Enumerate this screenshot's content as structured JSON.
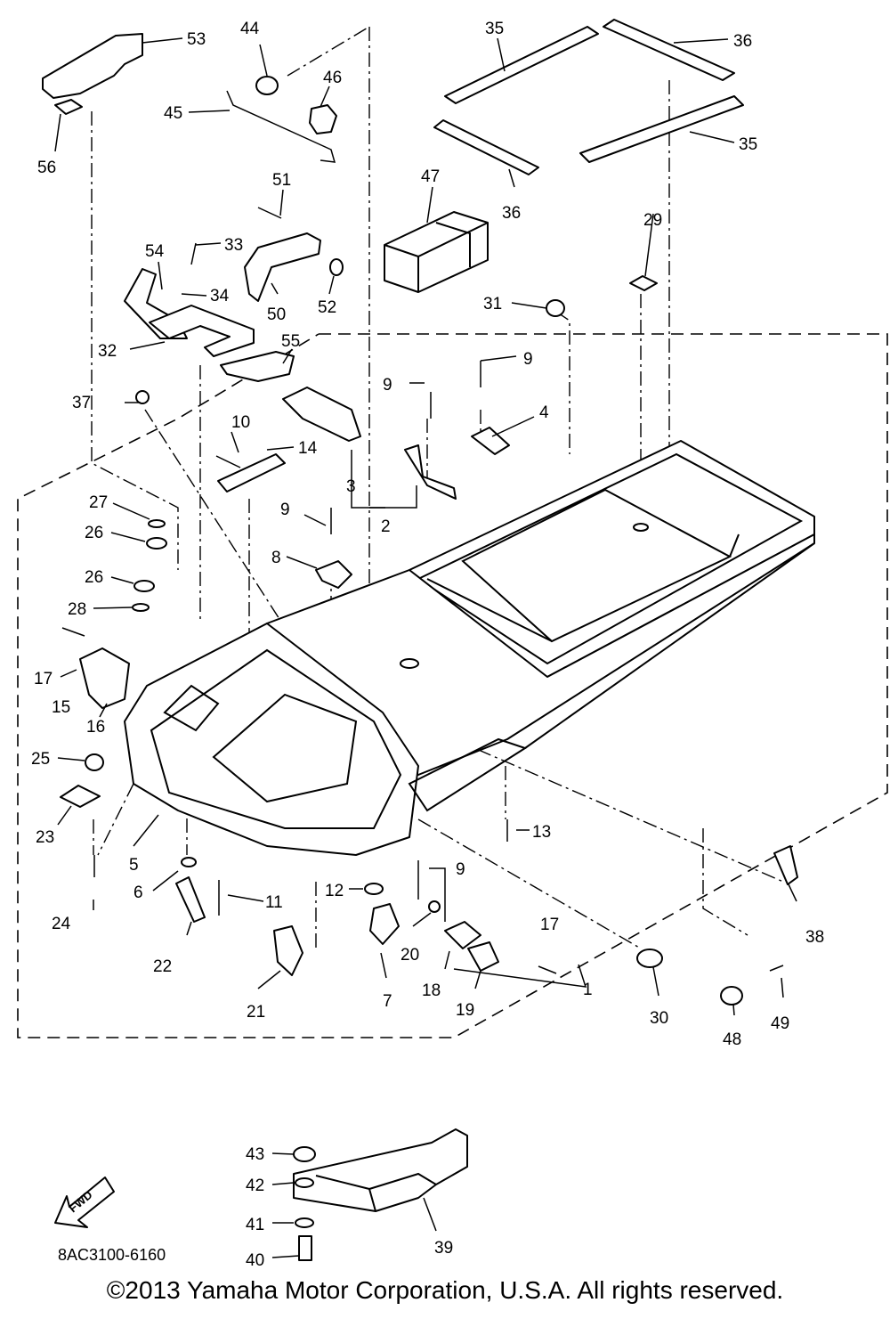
{
  "diagram": {
    "part_code": "8AC3100-6160",
    "fwd_label": "FWD",
    "callouts": {
      "c53": "53",
      "c56": "56",
      "c44": "44",
      "c45": "45",
      "c46": "46",
      "c35a": "35",
      "c36a": "36",
      "c35b": "35",
      "c36b": "36",
      "c47": "47",
      "c29": "29",
      "c51": "51",
      "c33": "33",
      "c54": "54",
      "c34": "34",
      "c50": "50",
      "c52": "52",
      "c31": "31",
      "c32": "32",
      "c55": "55",
      "c9a": "9",
      "c9b": "9",
      "c4": "4",
      "c37": "37",
      "c10": "10",
      "c14": "14",
      "c3": "3",
      "c2": "2",
      "c27": "27",
      "c26a": "26",
      "c9c": "9",
      "c26b": "26",
      "c8": "8",
      "c28": "28",
      "c17a": "17",
      "c15": "15",
      "c16": "16",
      "c25": "25",
      "c23": "23",
      "c5": "5",
      "c13": "13",
      "c24": "24",
      "c6": "6",
      "c11": "11",
      "c12": "12",
      "c9d": "9",
      "c38": "38",
      "c22": "22",
      "c20": "20",
      "c17b": "17",
      "c1": "1",
      "c21": "21",
      "c7": "7",
      "c18": "18",
      "c19": "19",
      "c30": "30",
      "c48": "48",
      "c49": "49",
      "c43": "43",
      "c42": "42",
      "c41": "41",
      "c40": "40",
      "c39": "39"
    }
  },
  "footer": {
    "copyright": "©2013 Yamaha Motor Corporation, U.S.A. All rights reserved."
  }
}
